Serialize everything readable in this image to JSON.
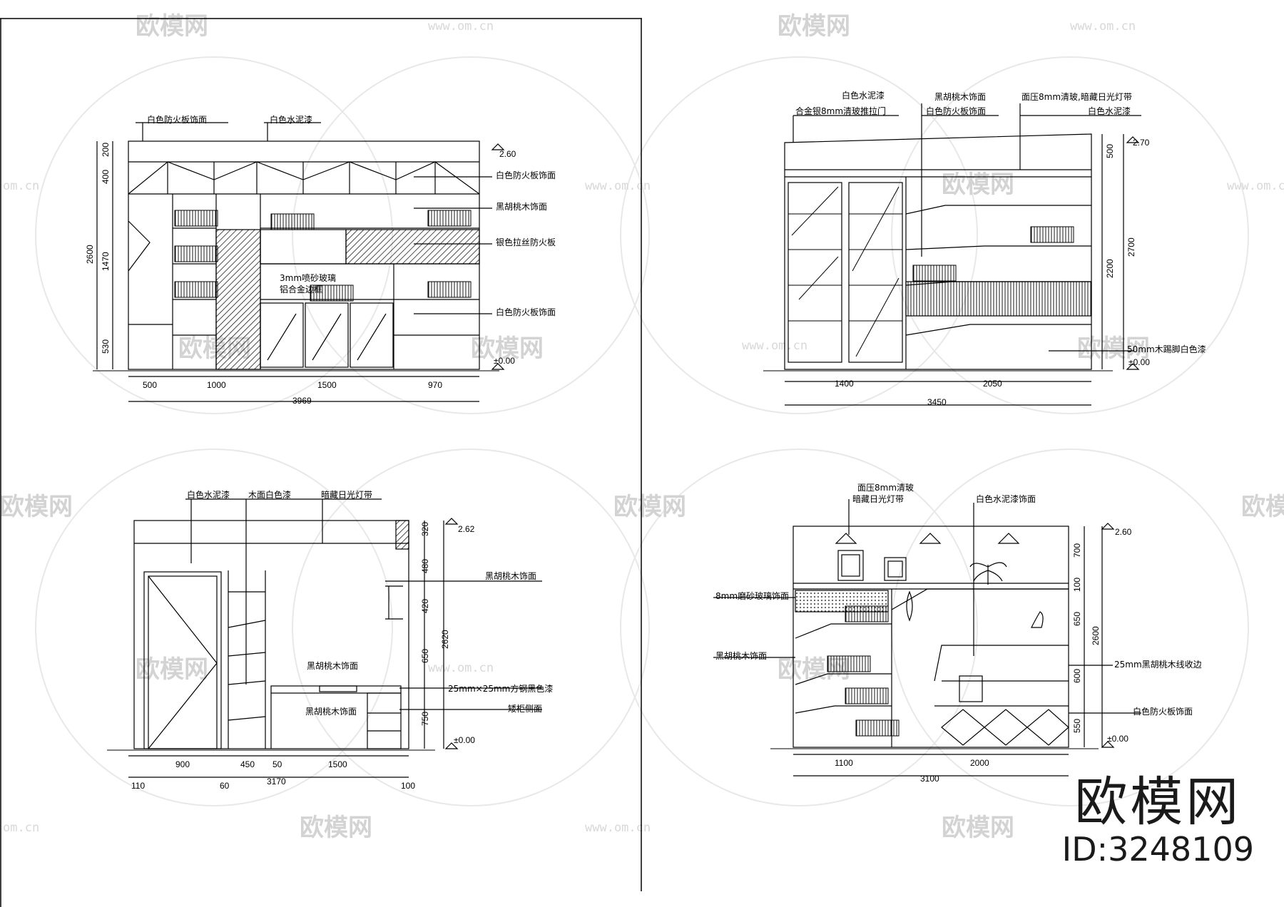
{
  "watermark": {
    "brand": "欧模网",
    "url": "www.om.cn",
    "url_short": "om.cn"
  },
  "brand_badge": {
    "logo": "欧模网",
    "id": "ID:3248109"
  },
  "view_a": {
    "notes_top": [
      "白色防火板饰面",
      "白色水泥漆"
    ],
    "notes_right": [
      "白色防火板饰面",
      "黑胡桃木饰面",
      "银色拉丝防火板",
      "白色防火板饰面"
    ],
    "note_glass": [
      "3mm喷砂玻璃",
      "铝合金边框"
    ],
    "level_top": "2.60",
    "level_bottom": "±0.00",
    "dims_left_outer": "2600",
    "dims_left": [
      "200",
      "400",
      "1470",
      "530"
    ],
    "dims_bottom": [
      "500",
      "1000",
      "1500",
      "970"
    ],
    "dim_total": "3969"
  },
  "view_b": {
    "notes_top_left": [
      "白色水泥漆",
      "合金银8mm清玻推拉门"
    ],
    "notes_top_mid": [
      "黑胡桃木饰面",
      "白色防火板饰面"
    ],
    "notes_top_right": [
      "面压8mm清玻,暗藏日光灯带",
      "白色水泥漆"
    ],
    "note_right": "50mm木踢脚白色漆",
    "level_top": "2.70",
    "level_bottom": "±0.00",
    "dims_right": [
      "500",
      "2200"
    ],
    "dim_right_outer": "2700",
    "dims_bottom": [
      "1400",
      "2050"
    ],
    "dim_total": "3450"
  },
  "view_c": {
    "notes_top": [
      "白色水泥漆",
      "木面白色漆",
      "暗藏日光灯带"
    ],
    "notes_right": [
      "黑胡桃木饰面",
      "25mm×25mm方钢黑色漆",
      "矮柜侧面"
    ],
    "notes_inner": [
      "黑胡桃木饰面",
      "黑胡桃木饰面"
    ],
    "level_top": "2.62",
    "level_bottom": "±0.00",
    "dims_right": [
      "320",
      "480",
      "420",
      "650",
      "750"
    ],
    "dim_right_outer": "2620",
    "dims_bottom": [
      "900",
      "450",
      "50",
      "1500"
    ],
    "dims_bottom2": [
      "110",
      "60",
      "3170",
      "100"
    ]
  },
  "view_d": {
    "notes_top": [
      "面压8mm清玻",
      "暗藏日光灯带",
      "白色水泥漆饰面"
    ],
    "notes_left": [
      "8mm磨砂玻璃饰面",
      "黑胡桃木饰面"
    ],
    "notes_right": [
      "25mm黑胡桃木线收边",
      "白色防火板饰面"
    ],
    "level_top": "2.60",
    "level_bottom": "±0.00",
    "dims_right": [
      "700",
      "100",
      "650",
      "600",
      "550"
    ],
    "dim_right_outer": "2600",
    "dims_bottom": [
      "1100",
      "2000"
    ],
    "dim_total": "3100"
  }
}
